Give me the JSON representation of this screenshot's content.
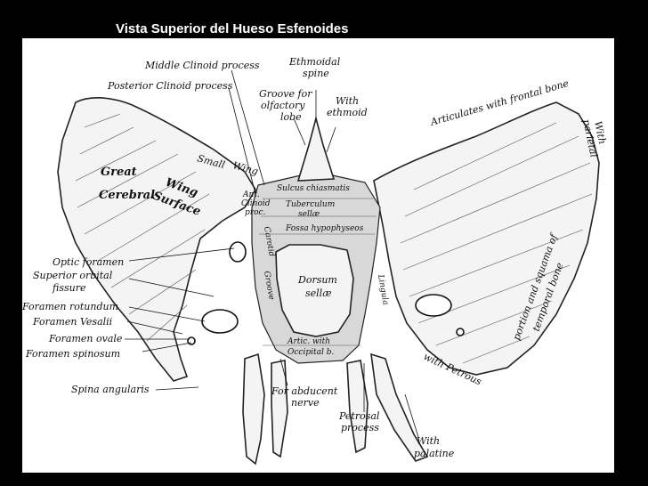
{
  "slide": {
    "title": "Vista Superior del Hueso Esfenoides"
  },
  "labels": {
    "middle_clinoid": "Middle Clinoid process",
    "posterior_clinoid": "Posterior Clinoid process",
    "ethmoidal_spine_1": "Ethmoidal",
    "ethmoidal_spine_2": "spine",
    "groove_1": "Groove for",
    "groove_2": "olfactory",
    "groove_3": "lobe",
    "with_ethmoid_1": "With",
    "with_ethmoid_2": "ethmoid",
    "articulates_frontal": "Articulates with frontal bone",
    "with_parietal_1": "With",
    "with_parietal_2": "parietal",
    "great": "Great",
    "wing": "Wing",
    "cerebral": "Cerebral",
    "surface": "Surface",
    "small": "Small",
    "wing2": "Wing",
    "sulcus": "Sulcus chiasmatis",
    "tuberculum_1": "Tuberculum",
    "tuberculum_2": "sellæ",
    "fossa_hypophyseos": "Fossa hypophyseos",
    "ant_clinoid_1": "Ant.",
    "ant_clinoid_2": "Clinoid",
    "ant_clinoid_3": "proc.",
    "carotid": "Carotid",
    "groove": "Groove",
    "dorsum_1": "Dorsum",
    "dorsum_2": "sellæ",
    "lingula": "Lingula",
    "optic_foramen": "Optic foramen",
    "superior_orbital_1": "Superior orbital",
    "superior_orbital_2": "fissure",
    "foramen_rotundum": "Foramen rotundum",
    "foramen_vesalii": "Foramen Vesalii",
    "foramen_ovale": "Foramen ovale",
    "foramen_spinosum": "Foramen spinosum",
    "artic_occipital_1": "Artic. with",
    "artic_occipital_2": "Occipital b.",
    "portion_squama_1": "portion and squama of",
    "portion_squama_2": "temporal bone",
    "with_petrous": "with Petrous",
    "spina_angularis": "Spina angularis",
    "abducent_1": "For abducent",
    "abducent_2": "nerve",
    "petrosal_1": "Petrosal",
    "petrosal_2": "process",
    "palatine_1": "With",
    "palatine_2": "palatine"
  }
}
